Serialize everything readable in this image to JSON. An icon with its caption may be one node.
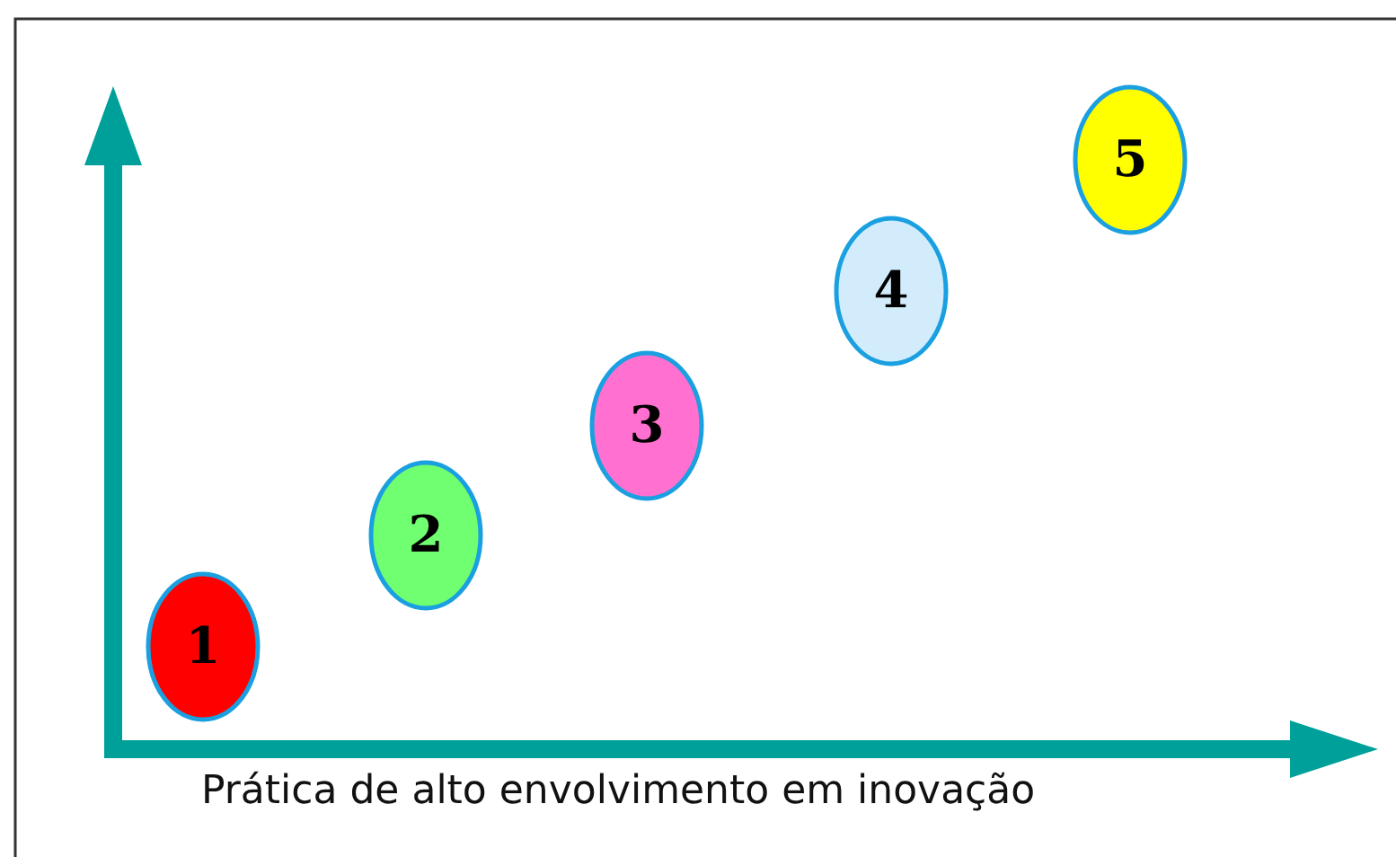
{
  "diagram": {
    "nodes": [
      {
        "text": [
          "1"
        ]
      },
      {
        "text": [
          "2"
        ]
      },
      {
        "text": [
          "3"
        ]
      },
      {
        "text": [
          "4"
        ]
      },
      {
        "text": [
          "5"
        ]
      }
    ],
    "labels": [
      "Prática de alto envolvimento em inovação"
    ]
  }
}
